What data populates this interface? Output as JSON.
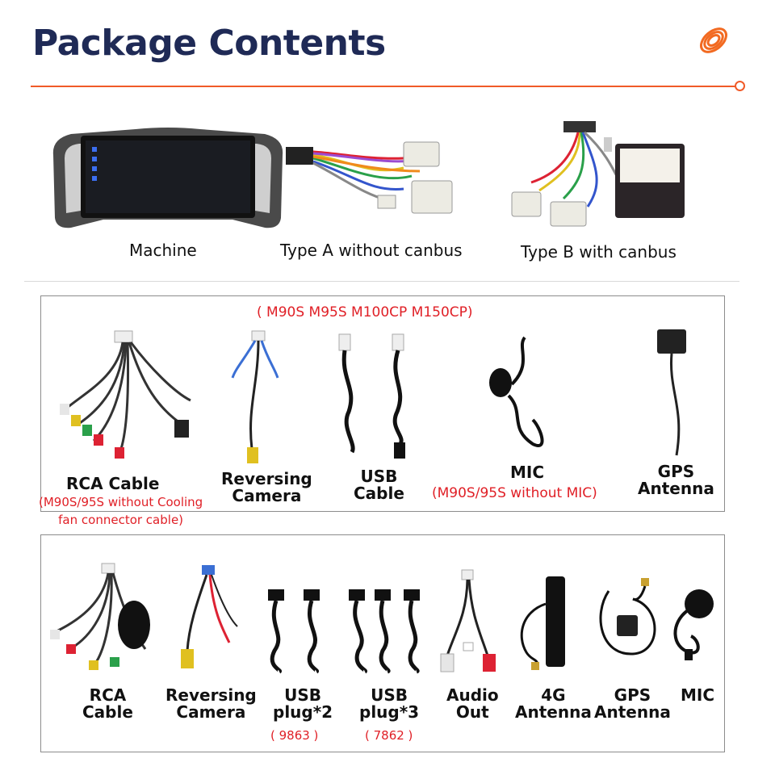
{
  "header": {
    "title": "Package Contents"
  },
  "top_items": [
    {
      "label": "Machine"
    },
    {
      "label": "Type A without canbus"
    },
    {
      "label": "Type B with canbus"
    }
  ],
  "section1": {
    "models": "( M90S M95S M100CP M150CP)",
    "items": [
      {
        "label_line1": "RCA Cable",
        "label_line2": "",
        "note_line1": "(M90S/95S without Cooling",
        "note_line2": "fan connector cable)"
      },
      {
        "label_line1": "Reversing",
        "label_line2": "Camera",
        "note_line1": "",
        "note_line2": ""
      },
      {
        "label_line1": "USB",
        "label_line2": "Cable",
        "note_line1": "",
        "note_line2": ""
      },
      {
        "label_line1": "MIC",
        "label_line2": "",
        "note_line1": "(M90S/95S without MIC)",
        "note_line2": ""
      },
      {
        "label_line1": "GPS",
        "label_line2": "Antenna",
        "note_line1": "",
        "note_line2": ""
      }
    ]
  },
  "section2": {
    "items": [
      {
        "label_line1": "RCA",
        "label_line2": "Cable",
        "note": ""
      },
      {
        "label_line1": "Reversing",
        "label_line2": "Camera",
        "note": ""
      },
      {
        "label_line1": "USB",
        "label_line2": "plug*2",
        "note": "( 9863 )"
      },
      {
        "label_line1": "USB",
        "label_line2": "plug*3",
        "note": "( 7862 )"
      },
      {
        "label_line1": "Audio",
        "label_line2": "Out",
        "note": ""
      },
      {
        "label_line1": "4G",
        "label_line2": "Antenna",
        "note": ""
      },
      {
        "label_line1": "GPS",
        "label_line2": "Antenna",
        "note": ""
      },
      {
        "label_line1": "MIC",
        "label_line2": "",
        "note": ""
      }
    ]
  },
  "colors": {
    "title": "#1f2a56",
    "accent": "#f05a28",
    "note_red": "#e01f26",
    "border": "#8c8c8c"
  }
}
